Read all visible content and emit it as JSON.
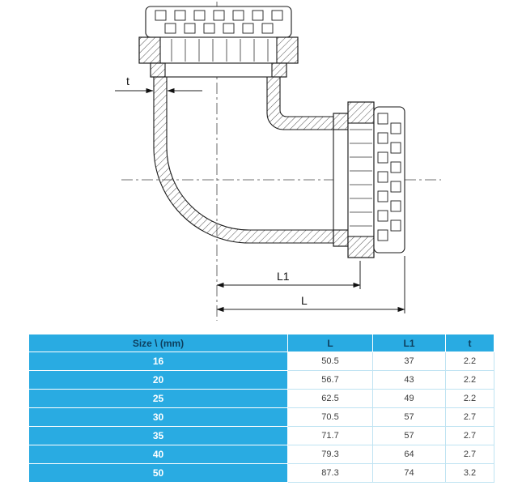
{
  "drawing": {
    "dim_t": "t",
    "dim_l1": "L1",
    "dim_l": "L",
    "line_color": "#1a1a1a",
    "centerline_color": "#444444"
  },
  "table": {
    "colors": {
      "header_bg": "#29abe2",
      "size_bg": "#29abe2",
      "size_text": "#ffffff",
      "header_text": "#0d3f5e",
      "value_text": "#3d3d3d",
      "light_border": "#bfe3f2"
    },
    "header": {
      "size": "Size \\ (mm)",
      "l": "L",
      "l1": "L1",
      "t": "t"
    },
    "rows": [
      {
        "size": "16",
        "L": "50.5",
        "L1": "37",
        "t": "2.2"
      },
      {
        "size": "20",
        "L": "56.7",
        "L1": "43",
        "t": "2.2"
      },
      {
        "size": "25",
        "L": "62.5",
        "L1": "49",
        "t": "2.2"
      },
      {
        "size": "30",
        "L": "70.5",
        "L1": "57",
        "t": "2.7"
      },
      {
        "size": "35",
        "L": "71.7",
        "L1": "57",
        "t": "2.7"
      },
      {
        "size": "40",
        "L": "79.3",
        "L1": "64",
        "t": "2.7"
      },
      {
        "size": "50",
        "L": "87.3",
        "L1": "74",
        "t": "3.2"
      }
    ]
  }
}
